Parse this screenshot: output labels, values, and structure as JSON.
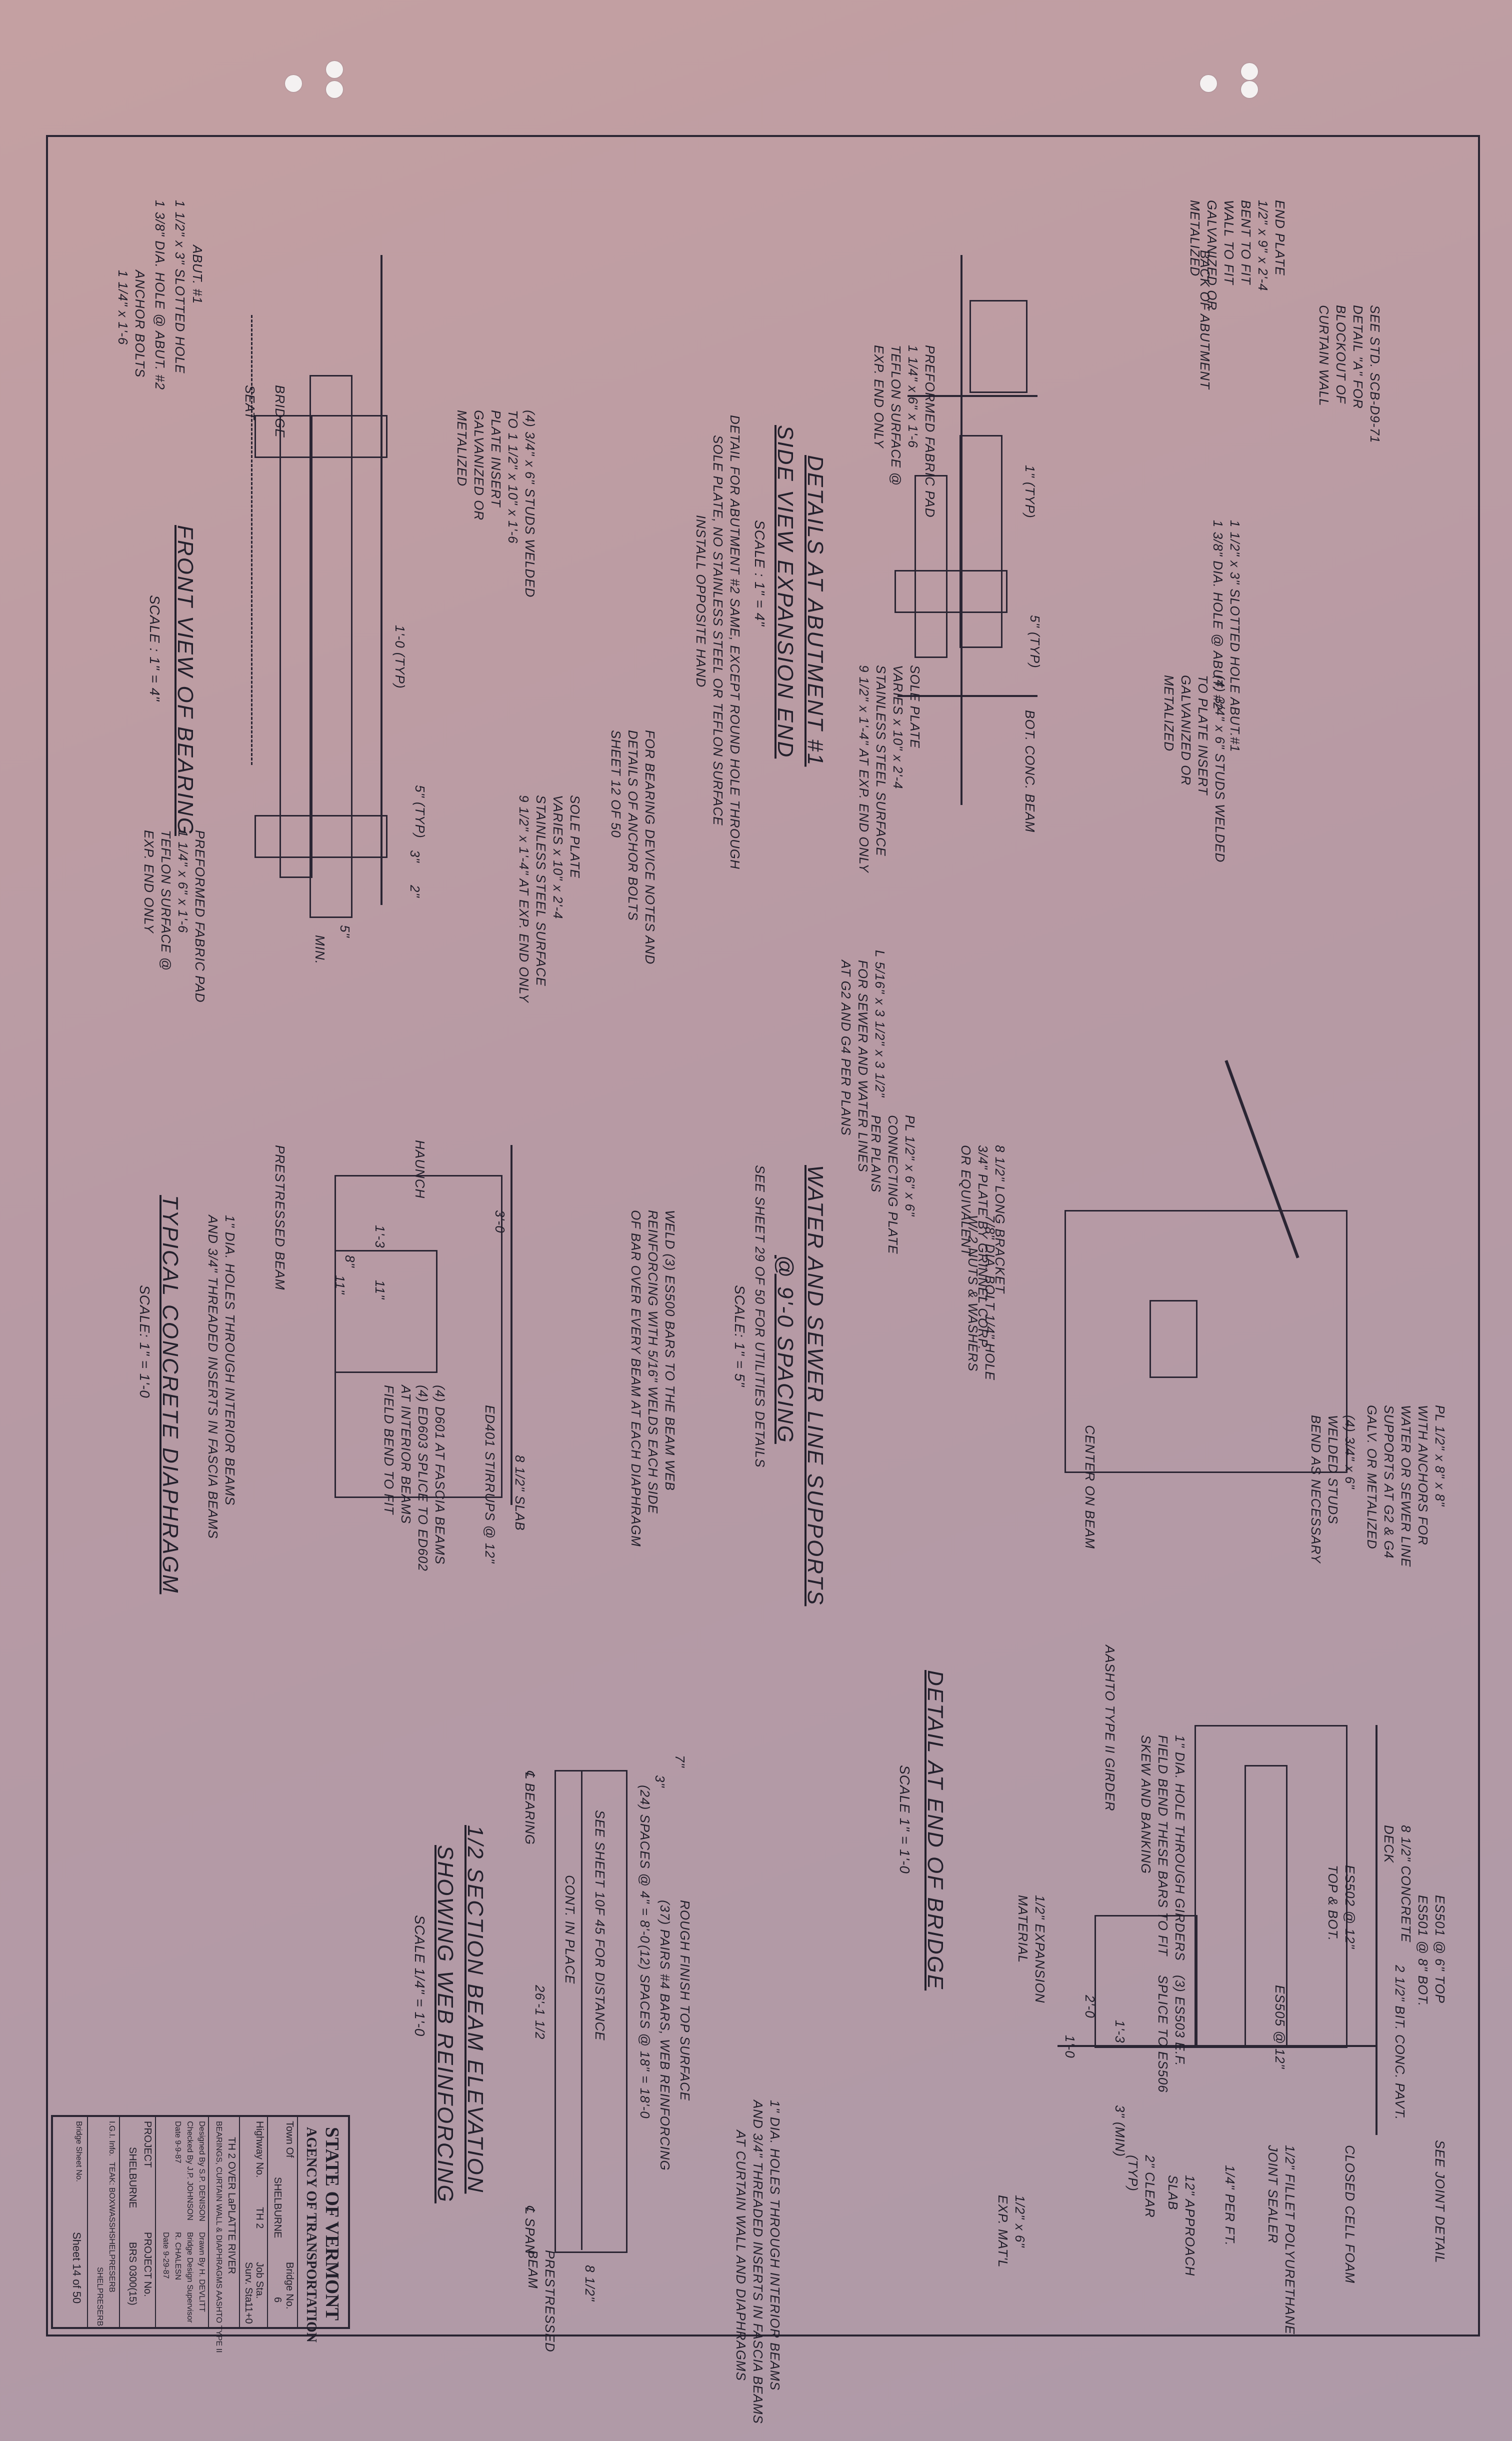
{
  "sheet_background": "#b89ca4",
  "line_color": "#2a2533",
  "drawings": {
    "side_view": {
      "title": "DETAILS AT ABUTMENT #1",
      "subtitle": "SIDE VIEW EXPANSION END",
      "scale": "SCALE : 1\" = 4\"",
      "note": "DETAIL FOR ABUTMENT #2 SAME, EXCEPT ROUND HOLE THROUGH",
      "note2": "SOLE PLATE, NO STAINLESS STEEL OR TEFLON SURFACE",
      "note3": "INSTALL OPPOSITE HAND",
      "callouts": [
        "SEE STD. SCB-D9-71",
        "DETAIL \"A\" FOR",
        "BLOCKOUT OF",
        "CURTAIN WALL",
        "BACK OF ABUTMENT",
        "END PLATE",
        "1/2\" x 9\" x 2'-4",
        "BENT TO FIT",
        "WALL TO FIT",
        "GALVANIZED OR",
        "METALIZED",
        "1 1/2\" x 3\" SLOTTED HOLE ABUT.#1",
        "1 3/8\" DIA. HOLE @ ABUT. #2",
        "(4) 3/4\" x 6\" STUDS WELDED",
        "TO PLATE INSERT",
        "GALVANIZED OR",
        "METALIZED",
        "PREFORMED FABRIC PAD",
        "1 1/4\" x 6\" x 1'-6",
        "TEFLON SURFACE @",
        "EXP. END ONLY",
        "SOLE PLATE",
        "VARIES x 10\" x 2'-4",
        "STAINLESS STEEL SURFACE",
        "9 1/2\" x 1'-4\" AT EXP. END ONLY",
        "BOT. CONC. BEAM",
        "1\" (TYP)",
        "5\" (TYP)"
      ]
    },
    "front_view": {
      "title": "FRONT VIEW OF BEARING",
      "scale": "SCALE : 1\" = 4\"",
      "callouts": [
        "1 3/8\" DIA. HOLE @ ABUT. #2",
        "1 1/2\" x 3\" SLOTTED HOLE",
        "ABUT. #1",
        "ANCHOR BOLTS",
        "1 1/4\" x 1'-6",
        "SEAT",
        "BRIDGE",
        "(4) 3/4\" x 6\" STUDS WELDED",
        "TO 1 1/2\" x 10\" x 1'-6",
        "PLATE INSERT",
        "GALVANIZED OR",
        "METALIZED",
        "FOR BEARING DEVICE NOTES AND",
        "DETAILS OF ANCHOR BOLTS",
        "SHEET 12 OF 50",
        "SOLE PLATE",
        "VARIES x 10\" x 2'-4",
        "STAINLESS STEEL SURFACE",
        "9 1/2\" x 1'-4\" AT EXP. END ONLY",
        "PREFORMED FABRIC PAD",
        "1 1/4\" x 6\" x 1'-6",
        "TEFLON SURFACE @",
        "EXP. END ONLY",
        "1'-0 (TYP)",
        "5\" (TYP)",
        "3\"",
        "2\"",
        "5\"",
        "MIN."
      ]
    },
    "water_sewer": {
      "title": "WATER AND SEWER LINE SUPPORTS",
      "subtitle": "@ 9'-0 SPACING",
      "note": "SEE SHEET 29 OF 50 FOR UTILITIES DETAILS",
      "scale": "SCALE: 1\" = 5\"",
      "callouts": [
        "L 5/16\" x 3 1/2\" x 3 1/2\"",
        "FOR SEWER AND WATER LINES",
        "AT G2 AND G4 PER PLANS",
        "PL 1/2\" x 6\" x 6\"",
        "CONNECTING PLATE",
        "PER PLANS",
        "8 1/2\" LONG BRACKET",
        "3/4\" PLATE BY GRINNEL CORP.",
        "OR EQUIVALENT",
        "7/8\" DIA. BOLT 1/4\" HOLE",
        "W/ 2 NUTS & WASHERS",
        "PL 1/2\" x 8\" x 8\"",
        "WITH ANCHORS FOR",
        "WATER OR SEWER LINE",
        "SUPPORTS AT G2 & G4",
        "GALV. OR METALIZED",
        "CENTER ON BEAM",
        "(4) 3/4\" x 6\"",
        "WELDED STUDS",
        "BEND AS NECESSARY"
      ]
    },
    "diaphragm": {
      "title": "TYPICAL CONCRETE DIAPHRAGM",
      "scale": "SCALE: 1\" = 1'-0",
      "callouts": [
        "3'-0",
        "PRESTRESSED BEAM",
        "HAUNCH",
        "WELD (3) ES500 BARS TO THE BEAM WEB",
        "REINFORCING WITH 5/16\" WELDS EACH SIDE",
        "OF BAR OVER EVERY BEAM AT EACH DIAPHRAGM",
        "1\" DIA. HOLES THROUGH INTERIOR BEAMS",
        "AND 3/4\" THREADED INSERTS IN FASCIA BEAMS",
        "ED401 STIRRUPS @ 12\"",
        "(4) D601 AT FASCIA BEAMS",
        "(4) ED603 SPLICE TO ED602",
        "AT INTERIOR BEAMS",
        "FIELD BEND TO FIT",
        "8 1/2\" SLAB",
        "1'-3",
        "11\"",
        "8\"",
        "11\""
      ]
    },
    "end_of_bridge": {
      "title": "DETAIL AT END OF BRIDGE",
      "scale": "SCALE 1\" = 1'-0",
      "callouts": [
        "AASHTO TYPE II GIRDER",
        "ES501 @ 6\" TOP",
        "ES501 @ 8\" BOT.",
        "8 1/2\" CONCRETE",
        "DECK",
        "ES502 @ 12\"",
        "TOP & BOT.",
        "2 1/2\" BIT. CONC. PAVT.",
        "SEE JOINT DETAIL",
        "1\" DIA. HOLE THROUGH GIRDERS",
        "FIELD BEND THESE BARS TO FIT",
        "SKEW AND BANKING",
        "1/2\" EXPANSION",
        "MATERIAL",
        "(3) ES503 E.F.",
        "SPLICE TO ES506",
        "ES505 @ 12\"",
        "CLOSED CELL FOAM",
        "1/2\" FILLET POLYURETHANE",
        "JOINT SEALER",
        "1/4\" PER FT.",
        "12\" APPROACH",
        "SLAB",
        "1/2\" x 6\"",
        "EXP. MAT'L",
        "2\" CLEAR",
        "(TYP)",
        "2'-0",
        "1'-0",
        "1'-3",
        "3\" (MIN)"
      ]
    },
    "beam_elevation": {
      "title": "1/2 SECTION BEAM ELEVATION",
      "subtitle": "SHOWING WEB REINFORCING",
      "scale": "SCALE 1/4\" = 1'-0",
      "callouts": [
        "ROUGH FINISH TOP SURFACE",
        "(37) PAIRS #4 BARS, WEB REINFORCING",
        "(24) SPACES @ 4\" = 8'-0",
        "(12) SPACES @ 18\" = 18'-0",
        "SEE SHEET 10F 45 FOR DISTANCE",
        "CONT. IN PLACE",
        "PRESTRESSED",
        "BEAM",
        "℄ BEARING",
        "℄ SPAN",
        "26'-1 1/2",
        "8 1/2\"",
        "3\"",
        "7\""
      ]
    },
    "right_notes": [
      "1\" DIA. HOLES THROUGH INTERIOR BEAMS",
      "AND 3/4\" THREADED INSERTS IN FASCIA BEAMS",
      "AT CURTAIN WALL AND DIAPHRAGMS"
    ]
  },
  "title_block": {
    "state": "STATE OF VERMONT",
    "agency": "AGENCY OF TRANSPORTATION",
    "town_label": "Town Of",
    "town": "SHELBURNE",
    "bridge_no_label": "Bridge No.",
    "bridge_no": "6",
    "highway_label": "Highway No.",
    "highway": "TH 2",
    "job_sta_label": "Job Sta.",
    "surv_sta_label": "Surv. Sta.",
    "surv_sta": "11+0",
    "route": "TH 2 OVER LaPLATTE RIVER",
    "sheet_subject": "BEARINGS, CURTAIN WALL & DIAPHRAGMS AASHTO TYPE II",
    "designed_by": "Designed By S.P. DENISON",
    "drawn_by": "Drawn By H. DEVLITT",
    "checked_by": "Checked By J.P. JOHNSON",
    "date": "Date 9-9-87",
    "bridge_engineer": "Bridge Design Supervisor",
    "engineer_name": "R. CHALESN",
    "date2": "Date 9-29-87",
    "project_label": "PROJECT",
    "project_name": "SHELBURNE",
    "project_no_label": "PROJECT No.",
    "project_no": "BRS 0300(15)",
    "file_label": "I.G.I. Info.",
    "file_value": "TEAK: BOXWASSHSHELPRESERB",
    "file_right": "SHELPRESERB",
    "sheet_label": "Bridge Sheet No.",
    "sheet_no": "Sheet 14 of 50"
  }
}
